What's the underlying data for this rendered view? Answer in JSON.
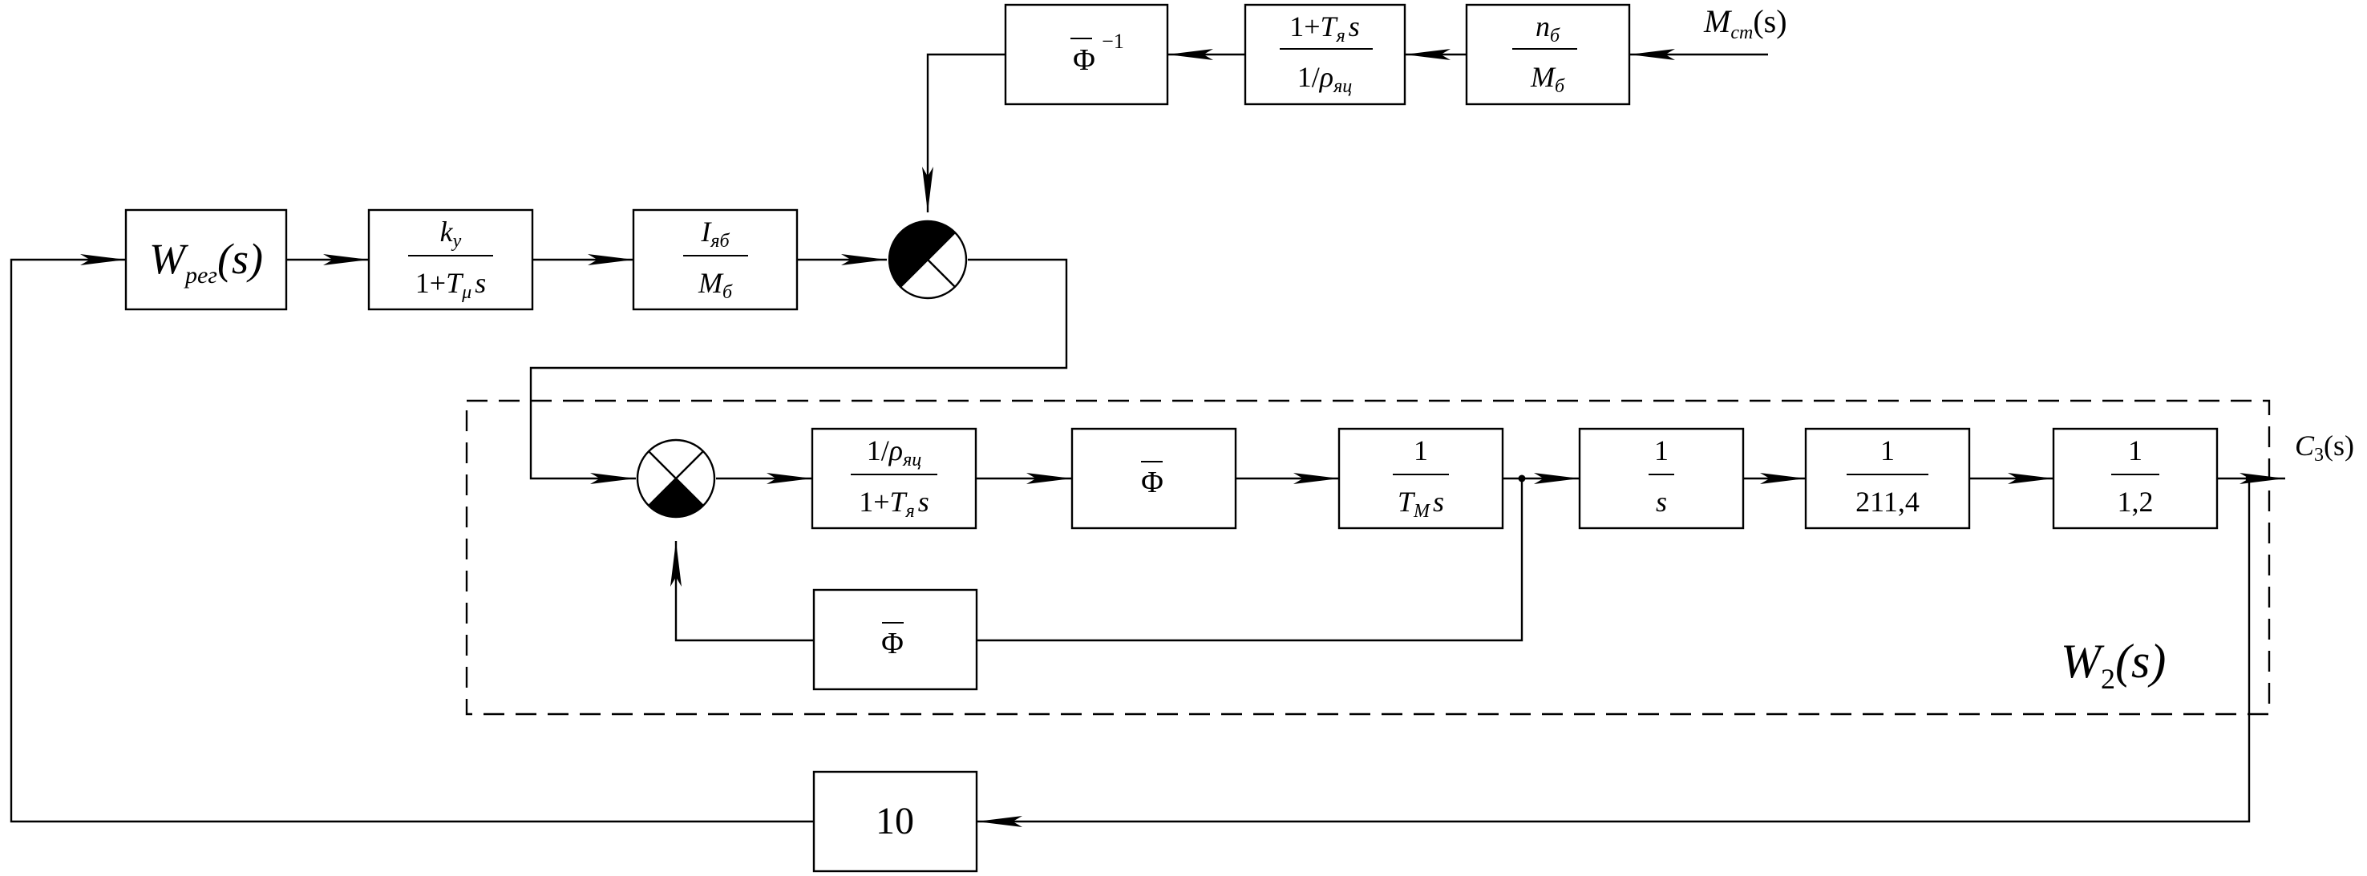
{
  "blocks": {
    "phi_inv": {
      "symbol": "Φ",
      "sup": "−1"
    },
    "ta_block": {
      "num_a": "1+",
      "num_b": "T",
      "num_sub": "я",
      "num_c": "s",
      "den_a": "1/",
      "den_b": "ρ",
      "den_sub": "яц"
    },
    "nb_block": {
      "num": "n",
      "num_sub": "б",
      "den": "M",
      "den_sub": "б"
    },
    "wreg": {
      "main": "W",
      "sub": "рег",
      "arg": "(s)"
    },
    "ku_block": {
      "num": "k",
      "num_sub": "у",
      "den_a": "1+",
      "den_b": "T",
      "den_sub": "μ",
      "den_c": "s"
    },
    "iyab_block": {
      "num": "I",
      "num_sub": "яб",
      "den": "M",
      "den_sub": "б"
    },
    "rho_block": {
      "num_a": "1/",
      "num_b": "ρ",
      "num_sub": "яц",
      "den_a": "1+",
      "den_b": "T",
      "den_sub": "я",
      "den_c": "s"
    },
    "phi_fwd": {
      "symbol": "Φ"
    },
    "tm_block": {
      "num": "1",
      "den_a": "T",
      "den_sub": "M",
      "den_b": "s"
    },
    "integrator": {
      "num": "1",
      "den": "s"
    },
    "gain_2114": {
      "num": "1",
      "den": "211,4"
    },
    "gain_12": {
      "num": "1",
      "den": "1,2"
    },
    "phi_fb": {
      "symbol": "Φ"
    },
    "gain_10": {
      "value": "10"
    }
  },
  "signals": {
    "mst": {
      "main": "M",
      "sub": "ст",
      "arg": "(s)"
    },
    "output": {
      "main": "C",
      "sub": "3",
      "arg": "(s)"
    },
    "w2": {
      "main": "W",
      "sub": "2",
      "arg": "(s)"
    }
  }
}
